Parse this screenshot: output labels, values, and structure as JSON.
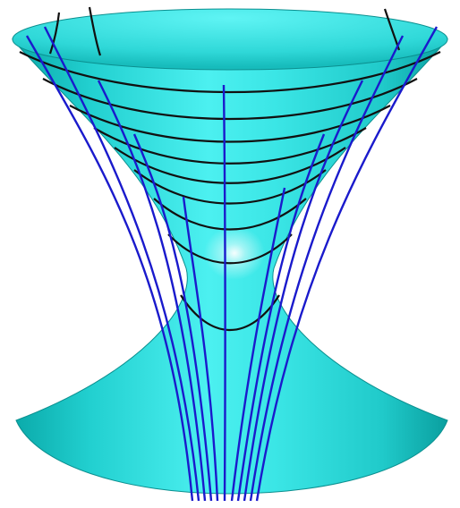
{
  "scene": {
    "subject": "hyperboloid-of-one-sheet",
    "background_color": "#ffffff",
    "surface_color": "#33e6e6",
    "surface_shadow_color": "#0fb7b7",
    "surface_highlight_color": "#ffffff",
    "level_curve_color": "#111111",
    "gradient_curve_color": "#1a1acc",
    "level_curve_count": 9,
    "gradient_curve_count": 11
  }
}
